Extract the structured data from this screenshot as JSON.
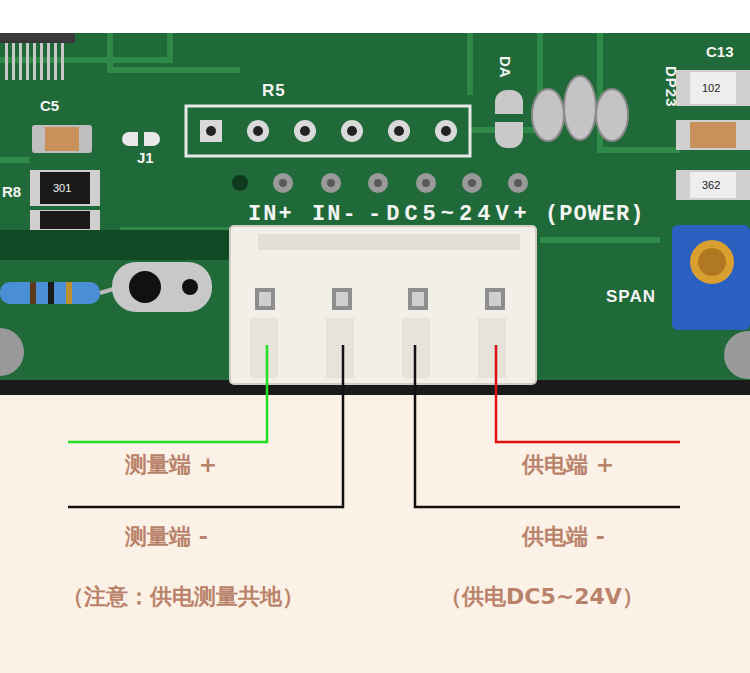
{
  "diagram": {
    "labels": [
      "R5",
      "C5",
      "J1",
      "R8",
      "301",
      "DA",
      "DP23",
      "C13",
      "102",
      "362",
      "IN+",
      "IN-",
      "-DC5~24V+",
      "(POWER)",
      "SPAN",
      "测量端 +",
      "测量端 -",
      "（注意：供电测量共地）",
      "供电端 +",
      "供电端 -",
      "（供电DC5~24V）"
    ]
  }
}
